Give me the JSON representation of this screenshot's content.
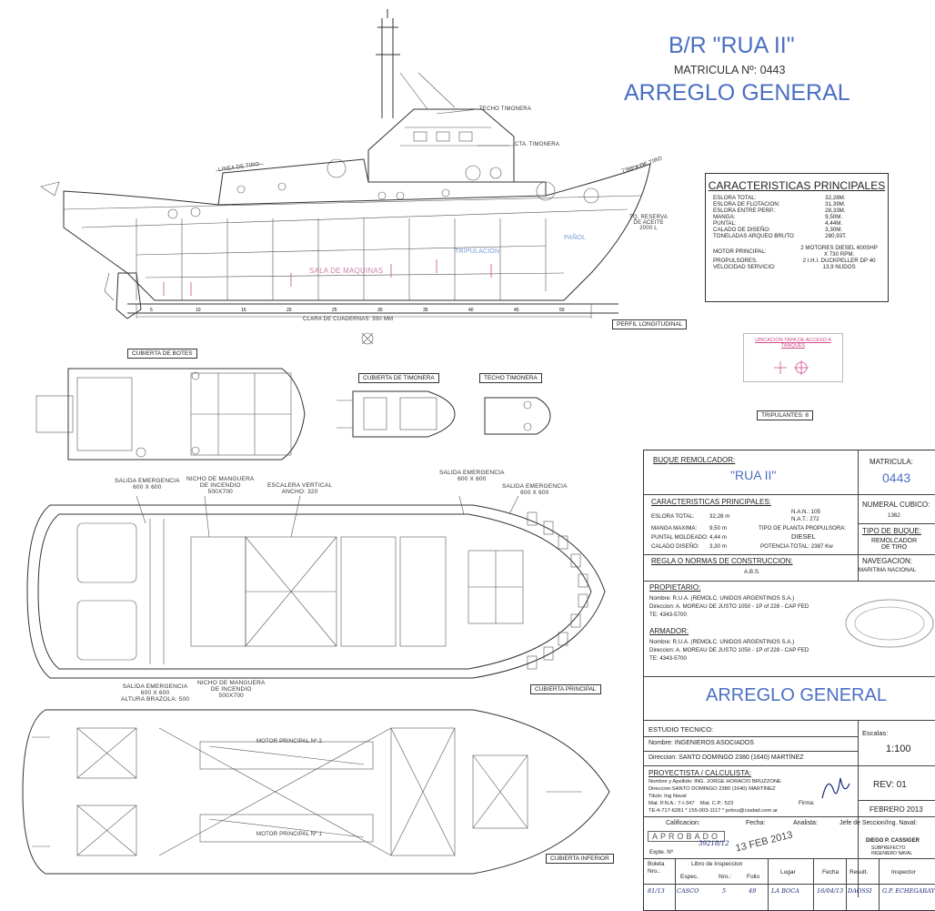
{
  "title": {
    "vessel": "B/R \"RUA II\"",
    "registration": "MATRICULA Nº: 0443",
    "drawing": "ARREGLO GENERAL"
  },
  "profile_labels": {
    "techo_timonera": "TECHO TIMONERA",
    "cta_timonera": "CTA. TIMONERA",
    "linea_tiro_left": "LINEA DE TIRO",
    "linea_tiro_right": "LINEA DE TIRO",
    "tq_reserva": "TQ. RESERVA\nDE ACEITE\n2000 L",
    "tripulacion": "TRIPULACION",
    "panol": "PAÑOL",
    "sala_maquinas": "SALA DE MAQUINAS",
    "clara": "CLARA DE CUADERNAS: 550 MM",
    "perfil": "PERFIL LONGITUDINAL",
    "frames": [
      "5",
      "10",
      "15",
      "20",
      "25",
      "30",
      "35",
      "40",
      "45",
      "50"
    ]
  },
  "specs": {
    "heading": "CARACTERISTICAS PRINCIPALES",
    "rows": [
      {
        "k": "ESLORA TOTAL:",
        "v": "32,28M."
      },
      {
        "k": "ESLORA DE FLOTACION:",
        "v": "31,39M."
      },
      {
        "k": "ESLORA ENTRE PERP.:",
        "v": "28,33M."
      },
      {
        "k": "MANGA:",
        "v": "9,50M."
      },
      {
        "k": "PUNTAL:",
        "v": "4,44M."
      },
      {
        "k": "CALADO DE DISEÑO:",
        "v": "3,30M."
      },
      {
        "k": "TONELADAS ARQUEO BRUTO",
        "v": "280,93T."
      },
      {
        "k": "MOTOR PRINCIPAL:",
        "v": "2 MOTORES DIESEL 600SHP\nX 730 RPM."
      },
      {
        "k": "PROPULSORES.",
        "v": "2 I.H.I. DUCKPELLER DP 40"
      },
      {
        "k": "VELOCIDAD SERVICIO:",
        "v": "13,9 NUDOS"
      }
    ]
  },
  "tapa_label": "UBICACION TAPA DE ACCESO A TANQUES",
  "deck_labels": {
    "cubierta_botes": "CUBIERTA DE BOTES",
    "cubierta_timonera": "CUBIERTA DE TIMONERA",
    "techo_timonera": "TECHO TIMONERA",
    "tripulantes": "TRIPULANTES: 8",
    "salida_emergencia_1": "SALIDA EMERGENCIA\n600 X 600",
    "nicho_manguera_1": "NICHO DE MANGUERA\nDE INCENDIO\n500X700",
    "escalera": "ESCALERA VERTICAL\nANCHO: 320",
    "salida_emergencia_2": "SALIDA EMERGENCIA\n600 X 600",
    "salida_emergencia_3": "SALIDA EMERGENCIA\n600 X 600",
    "salida_emergencia_4": "SALIDA EMERGENCIA\n600 X 600\nALTURA BRAZOLA: 500",
    "nicho_manguera_2": "NICHO DE MANGUERA\nDE INCENDIO\n500X700",
    "cubierta_principal": "CUBIERTA PRINCIPAL",
    "cubierta_inferior": "CUBIERTA INFERIOR",
    "motor_2": "MOTOR PRINCIPAL Nº 2",
    "motor_1": "MOTOR PRINCIPAL Nº 1"
  },
  "titleblock": {
    "buque_label": "BUQUE REMOLCADOR:",
    "buque_name": "\"RUA II\"",
    "matricula_label": "MATRICULA:",
    "matricula": "0443",
    "caract_label": "CARACTERISTICAS PRINCIPALES:",
    "eslora": "ESLORA TOTAL:",
    "eslora_v": "32,28 m",
    "nan": "N.A.N.: 105",
    "nat": "N.A.T.: 272",
    "manga": "MANGA MAXIMA:",
    "manga_v": "9,50 m",
    "puntal": "PUNTAL MOLDEADO:",
    "puntal_v": "4,44 m",
    "calado": "CALADO DISEÑO:",
    "calado_v": "3,30 m",
    "planta_label": "TIPO DE PLANTA PROPULSORA:",
    "planta": "DIESEL",
    "potencia": "POTENCIA TOTAL: 2387 Kw",
    "numeral_label": "NUMERAL CUBICO:",
    "numeral": "1362",
    "tipo_label": "TIPO DE BUQUE:",
    "tipo": "REMOLCADOR\nDE TIRO",
    "regla_label": "REGLA O NORMAS DE CONSTRUCCION:",
    "regla": "A.B.S.",
    "navegacion_label": "NAVEGACION:",
    "navegacion": "MARITIMA NACIONAL",
    "propietario_label": "PROPIETARIO:",
    "propietario": "Nombre: R.U.A. (REMOLC. UNIDOS ARGENTINOS S.A.)\nDireccion: A. MOREAU DE JUSTO 1050 - 1P of 228 - CAP FED\nTE: 4343-5700",
    "armador_label": "ARMADOR:",
    "armador": "Nombre: R.U.A. (REMOLC. UNIDOS ARGENTINOS S.A.)\nDireccion: A. MOREAU DE JUSTO 1050 - 1P of 228 - CAP FED\nTE: 4343-5700",
    "arreglo": "ARREGLO GENERAL",
    "estudio_label": "ESTUDIO TECNICO:",
    "estudio_nombre": "Nombre: INGENIEROS ASOCIADOS",
    "estudio_dir": "Direccion: SANTO DOMINGO 2380 (1640) MARTÍNEZ",
    "escalas_label": "Escalas:",
    "escala": "1:100",
    "proyectista_label": "PROYECTISTA / CALCULISTA:",
    "proyectista": "Nombre y Apellido: ING. JORGE HORACIO BRUZZONE\nDireccion:SANTO DOMINGO 2380 (1640) MARTÍNEZ\nTitulo: Ing Naval\nMat. P.N.A.: 7-I-347    Mat. C.P.: 523\nTE:4-717-6281 * 155-003-1117 * jorbru@ciudad.com.ar",
    "firma": "Firma:",
    "rev": "REV: 01",
    "fecha": "FEBRERO 2013",
    "calificacion": "Calificacion:",
    "fecha_label": "Fecha:",
    "analista": "Analista:",
    "jefe": "Jefe de Seccion/Ing. Naval:",
    "aprobado": "APROBADO",
    "stamp_date": "13 FEB 2013",
    "stamp_ref": "39218/12",
    "expte": "Expte. Nº",
    "sign_name": "DIEGO P. CASSIGER",
    "sign_title": "SUBPREFECTO\nINGENIERO NAVAL",
    "boleta": "Boleta\nNro.:",
    "libro": "Libro de Inspeccion",
    "espec": "Espec.",
    "nro": "Nro.:",
    "folio": "Folio",
    "lugar": "Lugar",
    "fecha2": "Fecha",
    "result": "Result.",
    "inspector": "Inspector",
    "r_boleta": "81/13",
    "r_espec": "CASCO",
    "r_nro": "5",
    "r_folio": "49",
    "r_lugar": "LA BOCA",
    "r_fecha": "16/04/13",
    "r_result": "DAOSSI",
    "r_inspector": "G.P. ECHEGARAY"
  },
  "colors": {
    "accent": "#4a6fc2",
    "pink": "#d04a8a",
    "ink": "#222222"
  }
}
